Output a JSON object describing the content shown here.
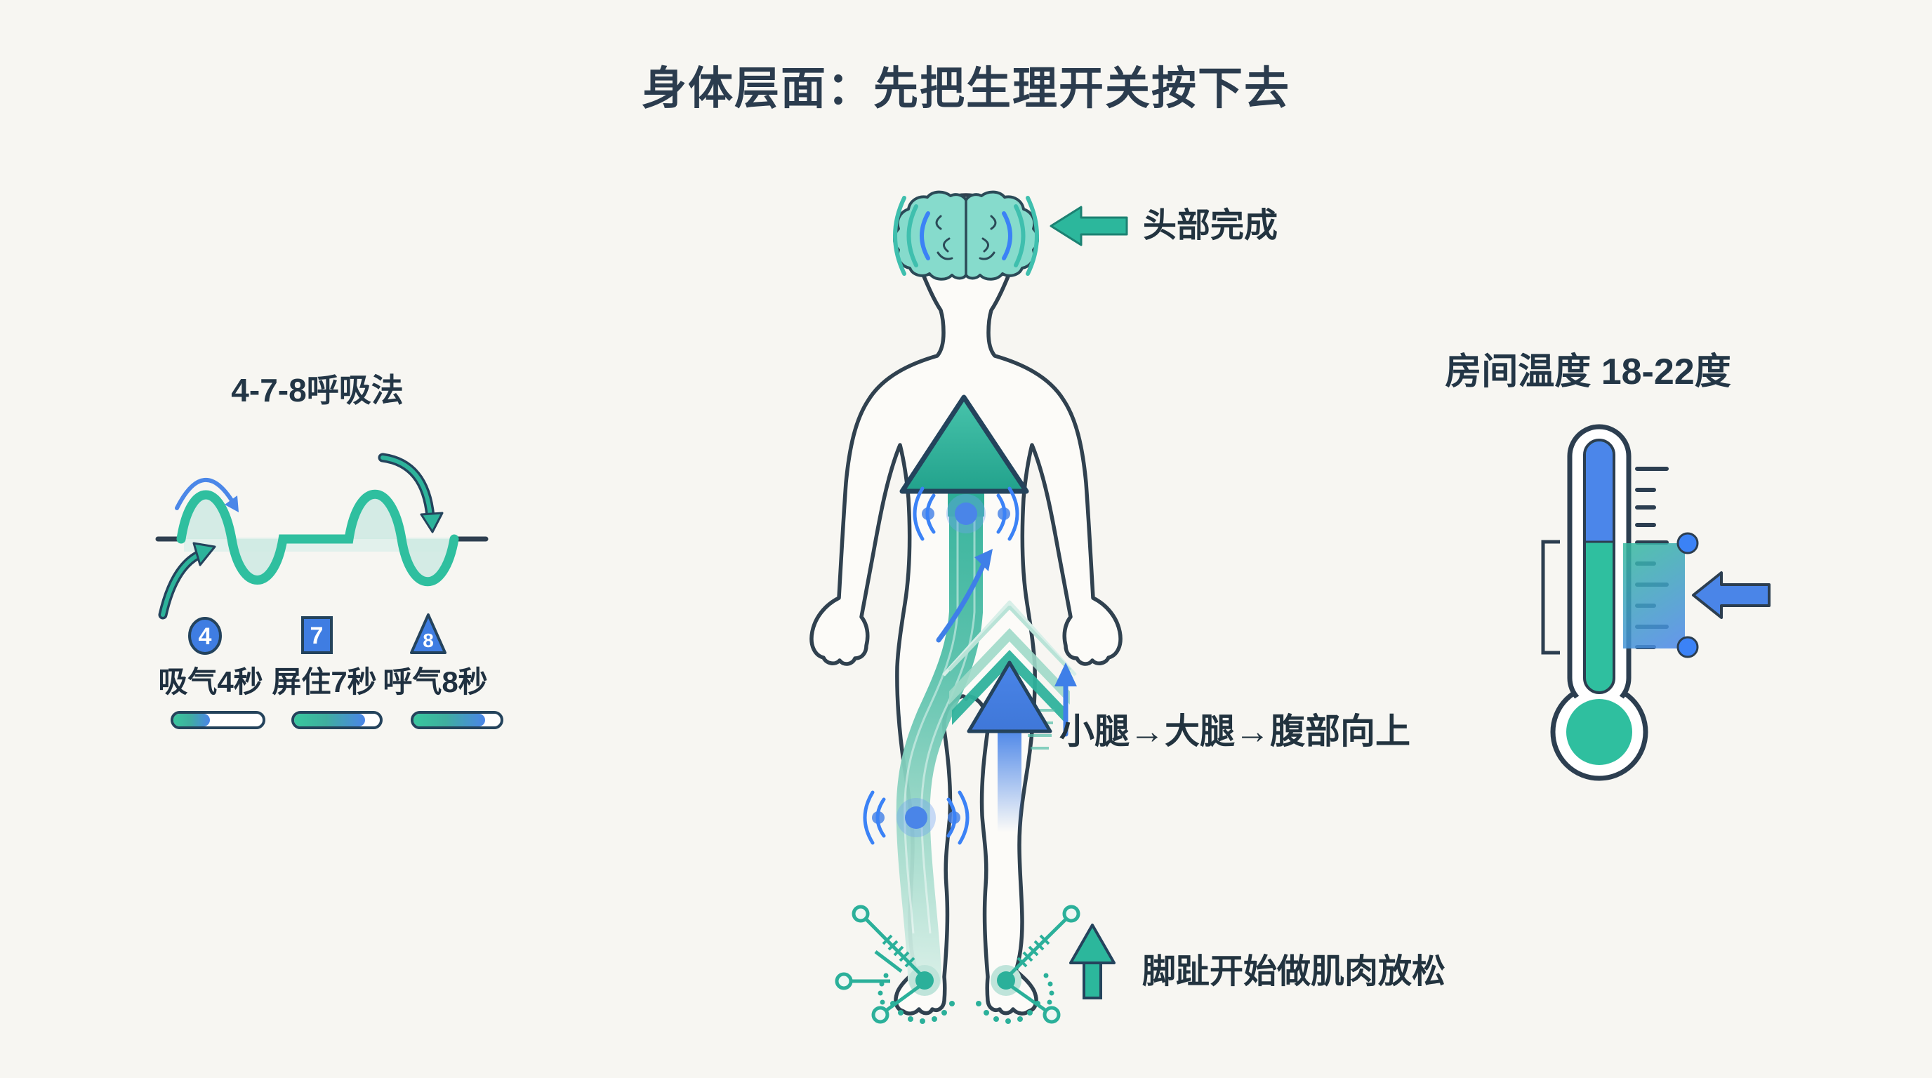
{
  "title": "身体层面：先把生理开关按下去",
  "breathing": {
    "title": "4-7-8呼吸法",
    "steps": [
      {
        "shape": "circle",
        "number": "4",
        "label": "吸气4秒",
        "progress_pct": 41
      },
      {
        "shape": "square",
        "number": "7",
        "label": "屏住7秒",
        "progress_pct": 83
      },
      {
        "shape": "triangle",
        "number": "8",
        "label": "呼气8秒",
        "progress_pct": 82
      }
    ]
  },
  "body_figure": {
    "head_label": "头部完成",
    "legs_label": "小腿→大腿→腹部向上",
    "feet_label": "脚趾开始做肌肉放松"
  },
  "temperature": {
    "title": "房间温度 18-22度"
  },
  "colors": {
    "background": "#f7f6f2",
    "dark_slate": "#2b3c4e",
    "teal": "#2fbf9f",
    "mint": "#cfeae3",
    "blue": "#4a85e8",
    "light_blue_halo": "#6fa3ef"
  }
}
